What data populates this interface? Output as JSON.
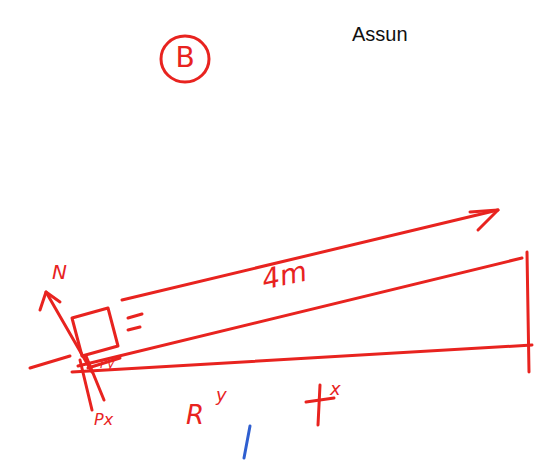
{
  "diagram": {
    "nodes": [
      {
        "text": [
          "B"
        ]
      }
    ],
    "labels": [
      "Assun",
      "N",
      "4m",
      "Py",
      "Px",
      "R",
      "y",
      "x"
    ]
  }
}
